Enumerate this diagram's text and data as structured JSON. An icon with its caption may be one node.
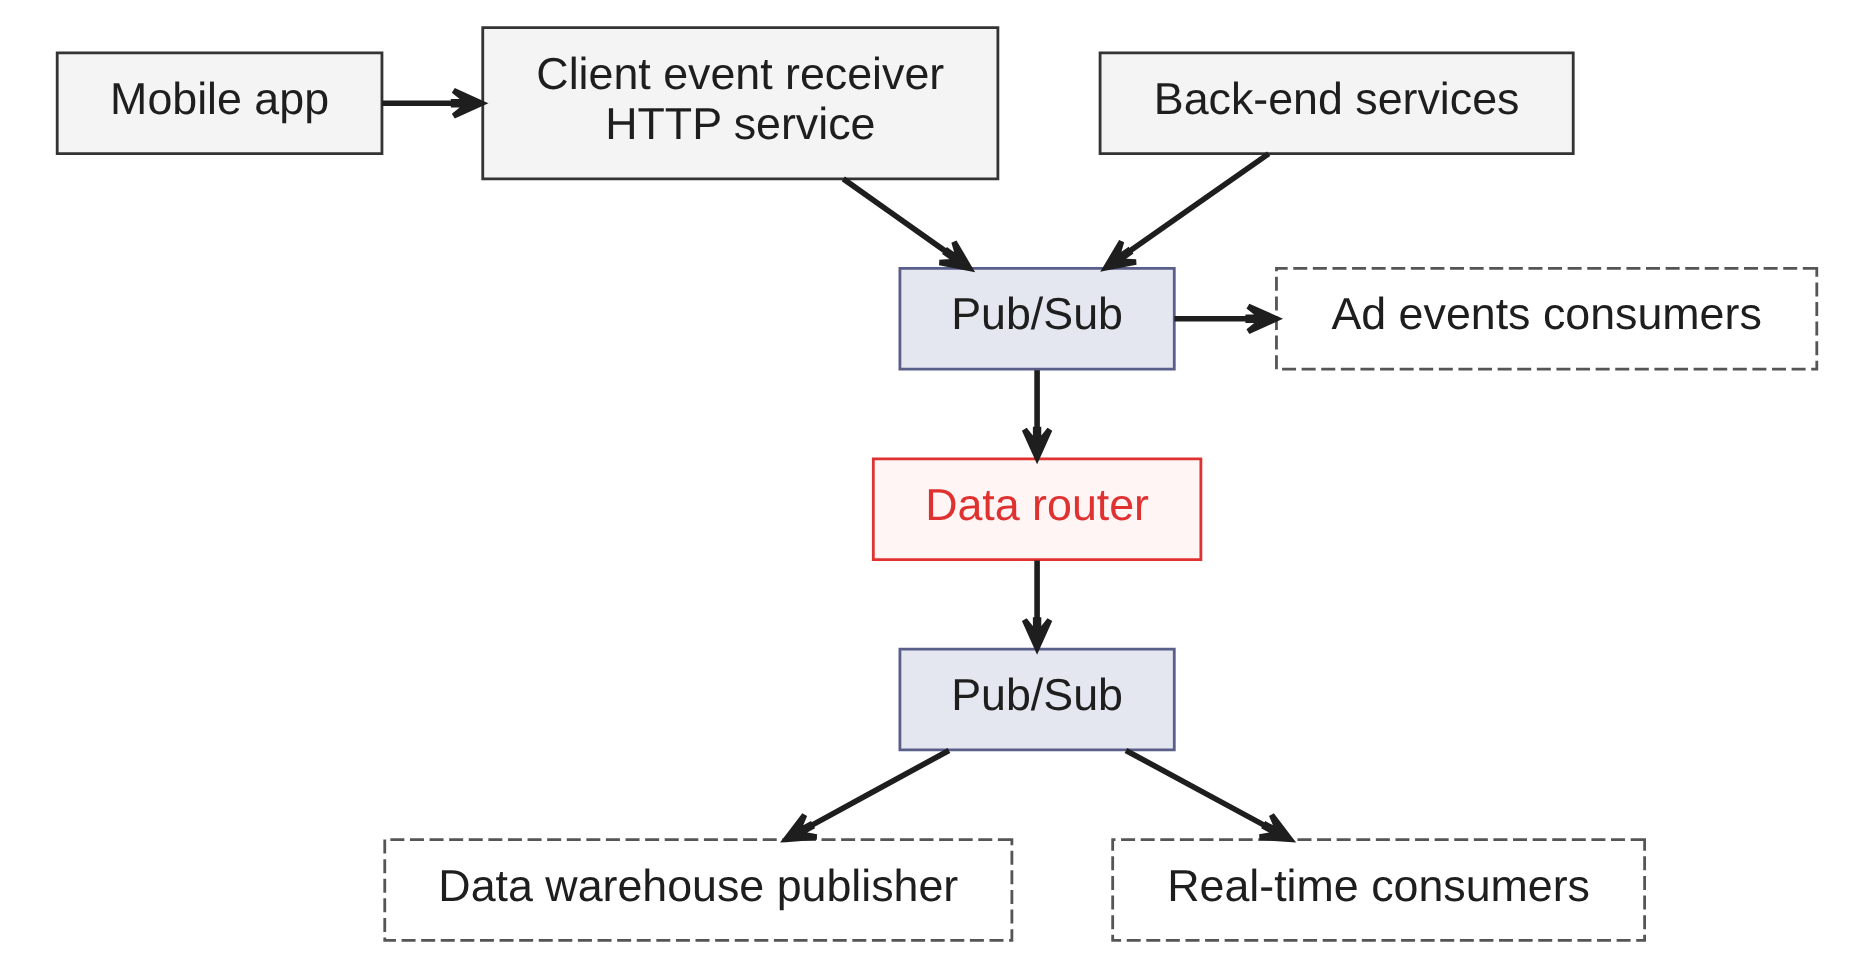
{
  "diagram": {
    "nodes": [
      {
        "text": [
          "Mobile app"
        ]
      },
      {
        "text": [
          "Client event receiver HTTP service"
        ]
      },
      {
        "text": [
          "Back-end services"
        ]
      },
      {
        "text": [
          "Pub/Sub"
        ]
      },
      {
        "text": [
          "Ad events consumers"
        ]
      },
      {
        "text": [
          "Data router"
        ]
      },
      {
        "text": [
          "Pub/Sub"
        ]
      },
      {
        "text": [
          "Data warehouse publisher"
        ]
      },
      {
        "text": [
          "Real-time consumers"
        ]
      }
    ],
    "edges": [
      {
        "from": 0,
        "to": 1,
        "arrow": "to"
      },
      {
        "from": 1,
        "to": 3,
        "arrow": "to"
      },
      {
        "from": 2,
        "to": 3,
        "arrow": "to"
      },
      {
        "from": 3,
        "to": 4,
        "arrow": "to"
      },
      {
        "from": 3,
        "to": 5,
        "arrow": "to"
      },
      {
        "from": 5,
        "to": 6,
        "arrow": "to"
      },
      {
        "from": 6,
        "to": 7,
        "arrow": "to"
      },
      {
        "from": 6,
        "to": 8,
        "arrow": "to"
      }
    ]
  }
}
